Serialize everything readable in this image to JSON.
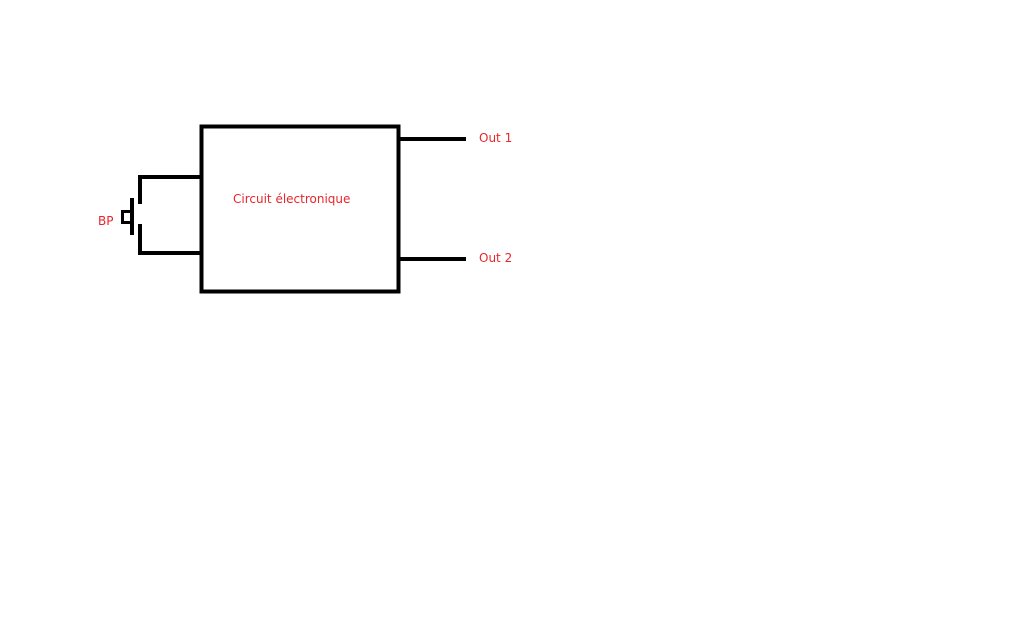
{
  "diagram": {
    "block_label": "Circuit électronique",
    "button_label": "BP",
    "out1_label": "Out 1",
    "out2_label": "Out 2"
  },
  "colors": {
    "line": "#000000",
    "label": "#e8262c",
    "background": "#ffffff"
  }
}
